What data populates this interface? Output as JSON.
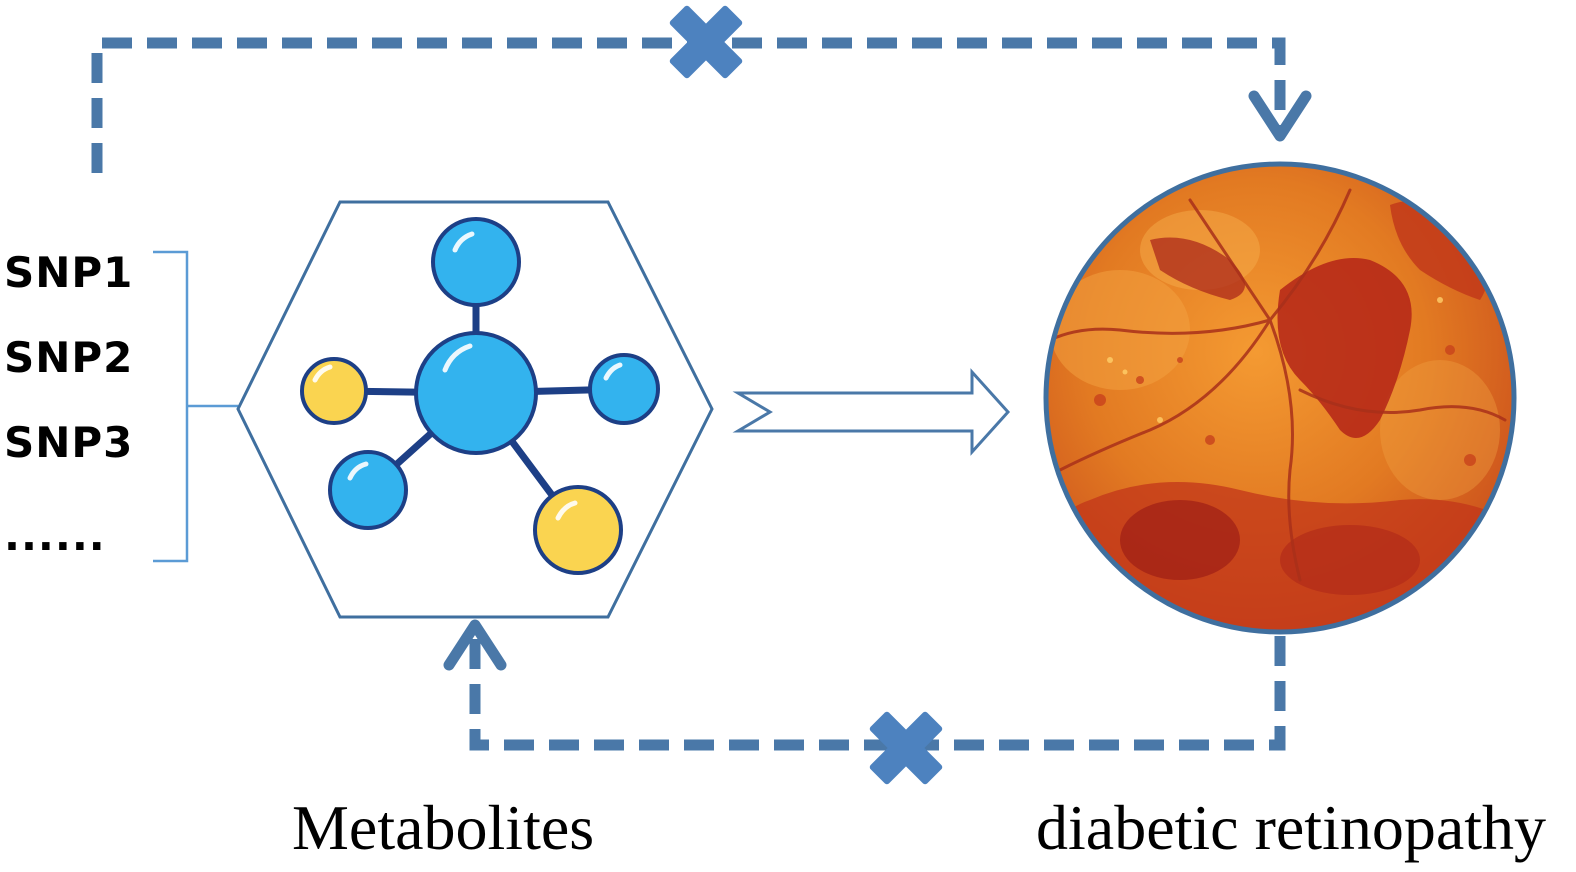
{
  "snp_list": {
    "items": [
      "SNP1",
      "SNP2",
      "SNP3",
      "......"
    ]
  },
  "captions": {
    "exposure": "Metabolites",
    "outcome": "diabetic retinopathy"
  },
  "colors": {
    "dashed_path": "#4a78a8",
    "cross_mark": "#4d82bf",
    "bracket": "#5b9bd5",
    "hexagon": "#3f6f9f",
    "molecule_blue": "#33b3ee",
    "molecule_yellow": "#fad450",
    "molecule_outline": "#1d3f86",
    "retina_orange": "#e0701a",
    "retina_red": "#b42418"
  },
  "icons": {
    "exposure": "molecule-icon",
    "outcome": "retina-fundus-image",
    "blocked_path": "cross-icon",
    "causal_arrow": "hollow-right-arrow-icon"
  }
}
